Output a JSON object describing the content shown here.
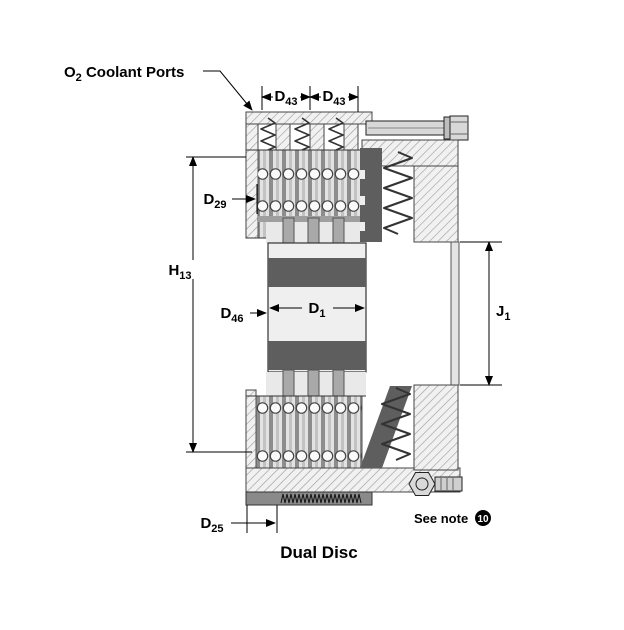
{
  "figure": {
    "title": "Dual Disc",
    "note": {
      "label": "See note",
      "number": "10"
    }
  },
  "labels": {
    "coolant": {
      "base": "O",
      "sub": "2",
      "rest": " Coolant Ports"
    },
    "d43_left": {
      "base": "D",
      "sub": "43"
    },
    "d43_right": {
      "base": "D",
      "sub": "43"
    },
    "d29": {
      "base": "D",
      "sub": "29"
    },
    "h13": {
      "base": "H",
      "sub": "13"
    },
    "d46": {
      "base": "D",
      "sub": "46"
    },
    "d1": {
      "base": "D",
      "sub": "1"
    },
    "j1": {
      "base": "J",
      "sub": "1"
    },
    "d25": {
      "base": "D",
      "sub": "25"
    }
  },
  "colors": {
    "dark_fill": "#5e5e5e",
    "mid_fill": "#a9a9a9",
    "light_fill": "#efefef",
    "line": "#000000",
    "background": "#ffffff"
  }
}
